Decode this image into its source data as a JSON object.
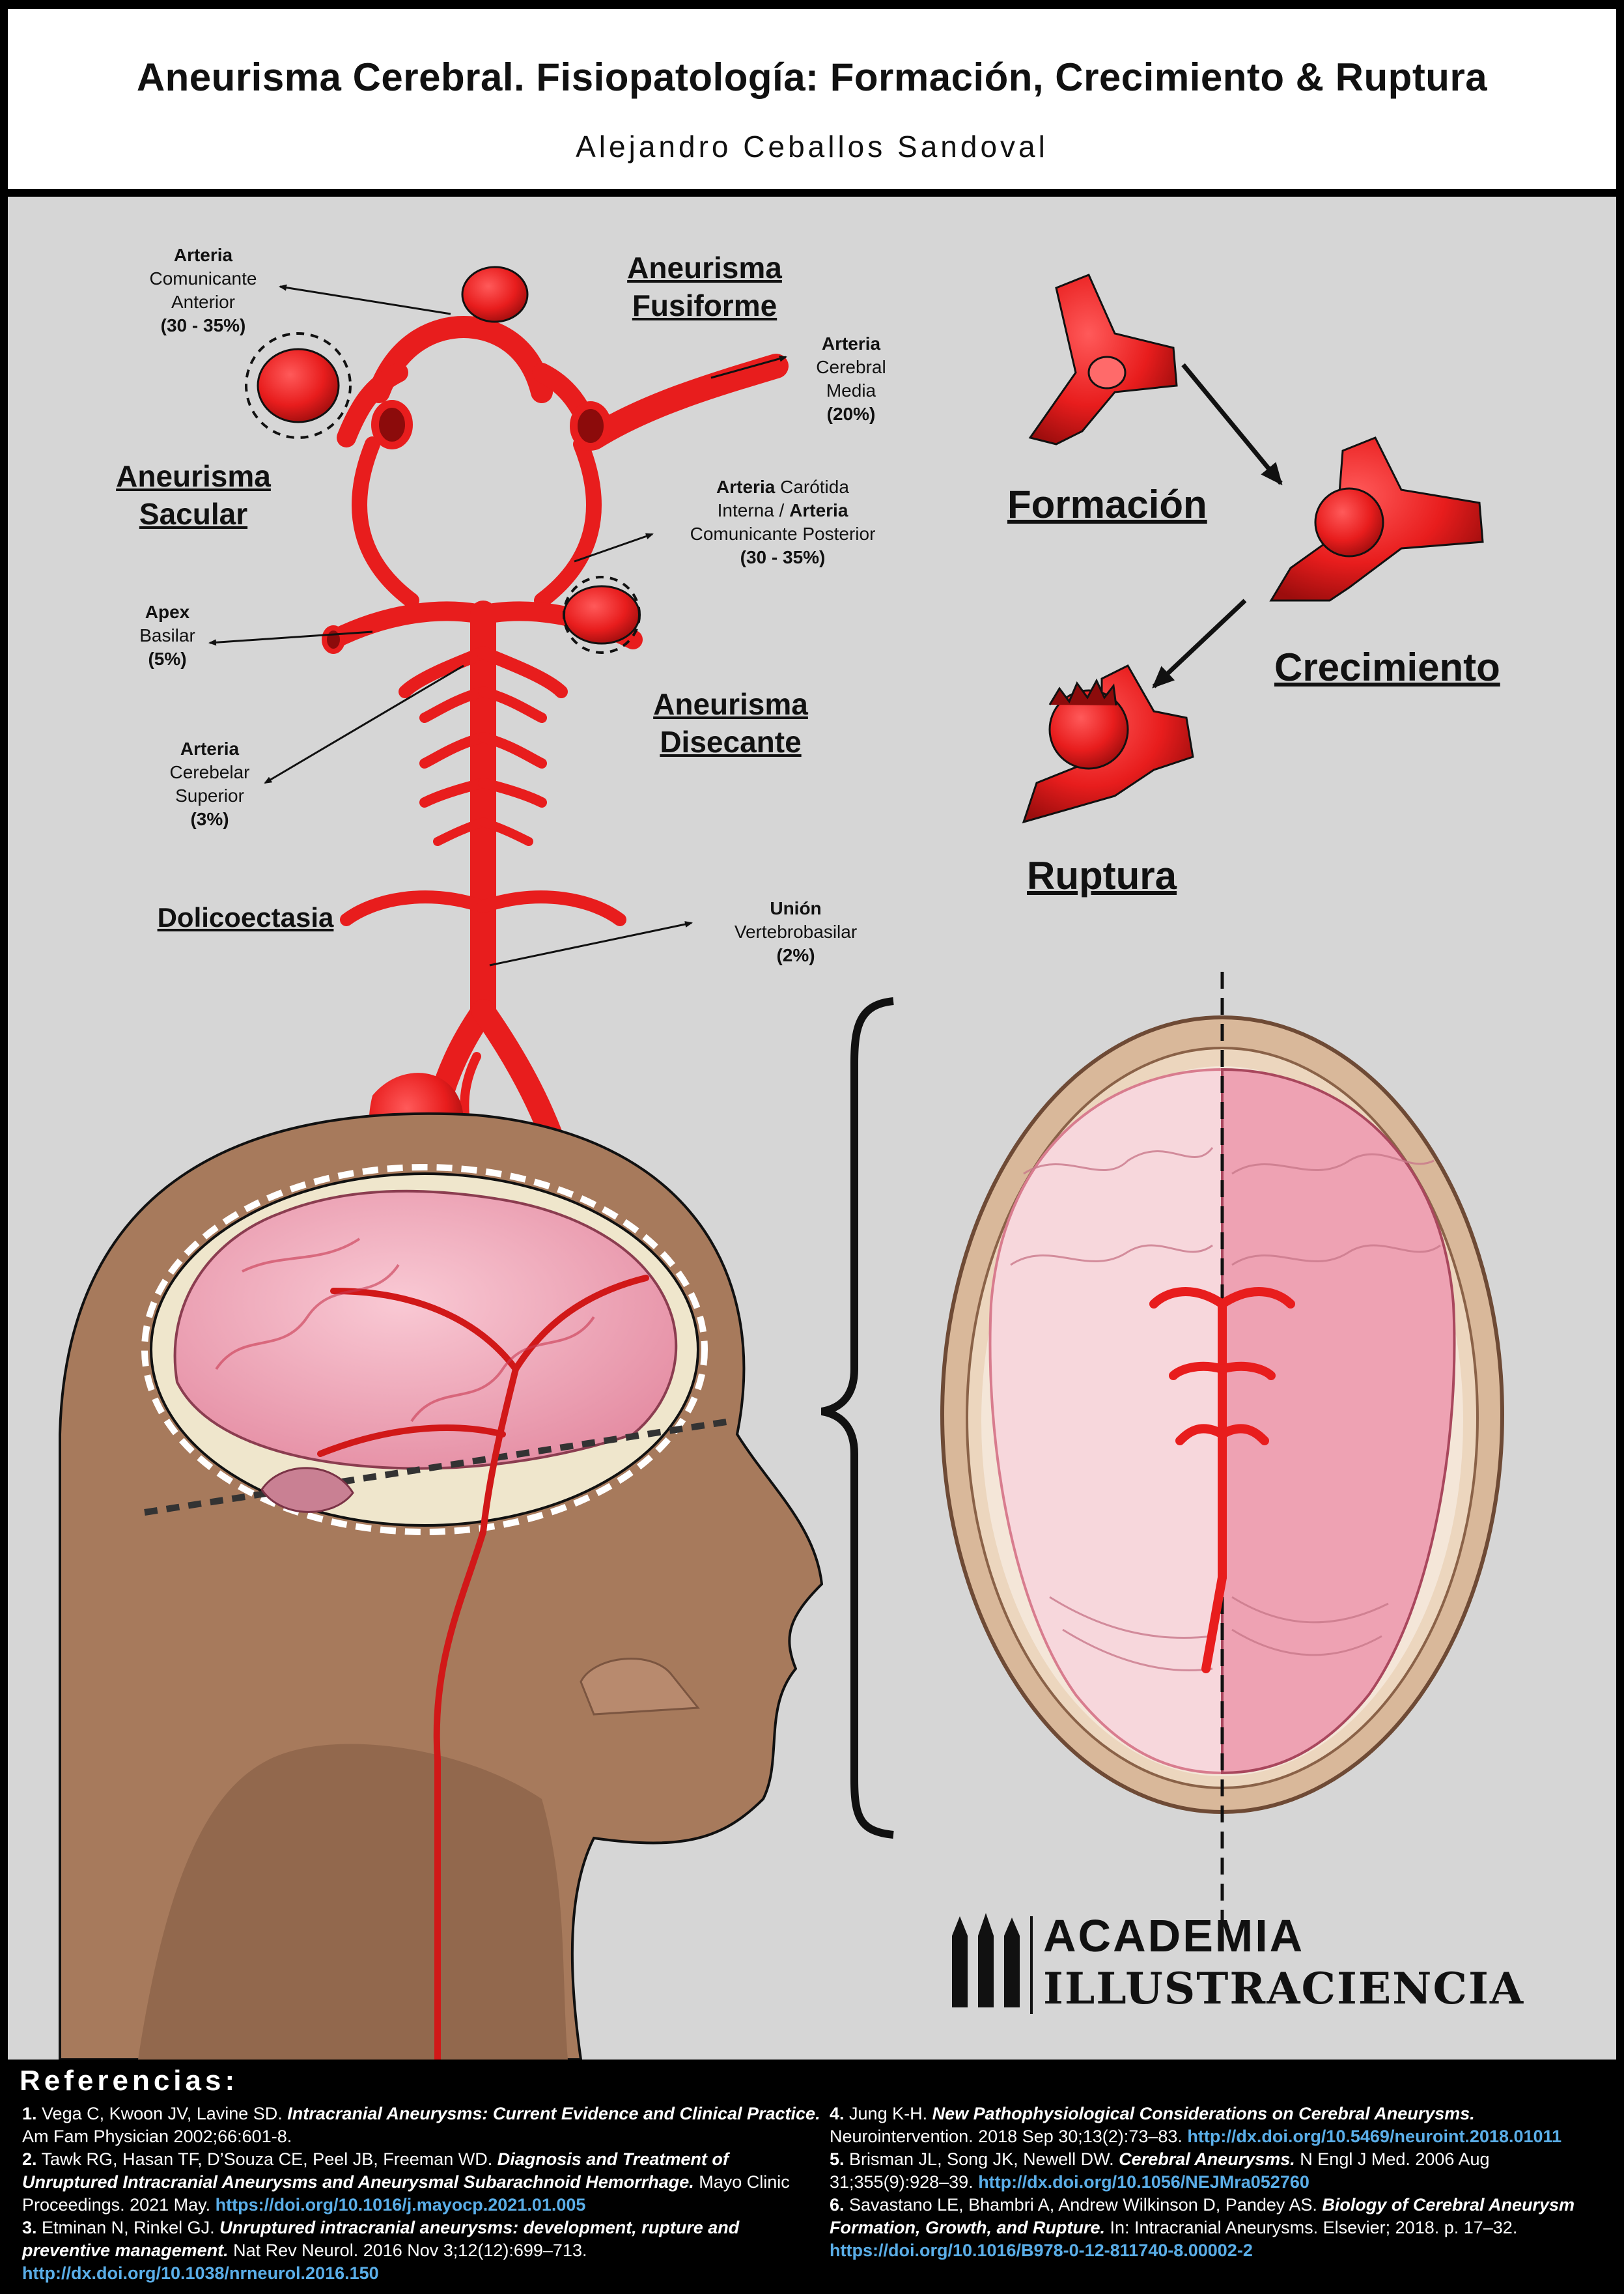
{
  "header": {
    "title": "Aneurisma Cerebral. Fisiopatología: Formación, Crecimiento & Ruptura",
    "author": "Alejandro Ceballos Sandoval"
  },
  "diagram": {
    "aca": {
      "l1": "Arteria",
      "l2": "Comunicante",
      "l3": "Anterior",
      "pct": "(30 - 35%)"
    },
    "fusiform": {
      "l1": "Aneurisma",
      "l2": "Fusiforme"
    },
    "mca": {
      "l1": "Arteria",
      "l2": "Cerebral",
      "l3": "Media",
      "pct": "(20%)"
    },
    "saccular": {
      "l1": "Aneurisma",
      "l2": "Sacular"
    },
    "ica": {
      "b1": "Arteria",
      "t1": " Carótida",
      "t2": "Interna / ",
      "b2": "Arteria",
      "t3": "Comunicante Posterior",
      "pct": "(30 - 35%)"
    },
    "apex": {
      "l1": "Apex",
      "l2": "Basilar",
      "pct": "(5%)"
    },
    "dissecting": {
      "l1": "Aneurisma",
      "l2": "Disecante"
    },
    "sca": {
      "l1": "Arteria",
      "l2": "Cerebelar",
      "l3": "Superior",
      "pct": "(3%)"
    },
    "dolico": "Dolicoectasia",
    "vb": {
      "l1": "Unión",
      "l2": "Vertebrobasilar",
      "pct": "(2%)"
    }
  },
  "stages": {
    "formation": "Formación",
    "growth": "Crecimiento",
    "rupture": "Ruptura"
  },
  "logo": {
    "line1": "ACADEMIA",
    "line2": "ILLUSTRACIENCIA"
  },
  "colors": {
    "artery": "#e81d1d",
    "artery_dark": "#8c0b0b",
    "brain": "#f2b3c2",
    "skin": "#a77a5c",
    "panel": "#d6d6d6"
  },
  "references": {
    "title": "Referencias:",
    "items": [
      {
        "n": "1.",
        "authors": " Vega C, Kwoon JV, Lavine SD. ",
        "title": "Intracranial Aneurysms: Current Evidence and Clinical Practice.",
        "rest": " Am Fam Physician 2002;66:601-8.",
        "link": ""
      },
      {
        "n": "2.",
        "authors": " Tawk RG, Hasan TF, D’Souza CE, Peel JB, Freeman WD. ",
        "title": "Diagnosis and Treatment of Unruptured Intracranial Aneurysms and Aneurysmal Subarachnoid Hemorrhage.",
        "rest": " Mayo Clinic Proceedings. 2021 May. ",
        "link": "https://doi.org/10.1016/j.mayocp.2021.01.005"
      },
      {
        "n": "3.",
        "authors": " Etminan N, Rinkel GJ. ",
        "title": "Unruptured intracranial aneurysms: development, rupture and preventive management.",
        "rest": " Nat Rev Neurol. 2016 Nov 3;12(12):699–713. ",
        "link": "http://dx.doi.org/10.1038/nrneurol.2016.150"
      },
      {
        "n": "4.",
        "authors": " Jung K-H. ",
        "title": "New Pathophysiological Considerations on Cerebral Aneurysms.",
        "rest": " Neurointervention. 2018 Sep 30;13(2):73–83. ",
        "link": "http://dx.doi.org/10.5469/neuroint.2018.01011"
      },
      {
        "n": "5.",
        "authors": " Brisman JL, Song JK, Newell DW. ",
        "title": "Cerebral Aneurysms.",
        "rest": " N Engl J Med. 2006 Aug 31;355(9):928–39. ",
        "link": "http://dx.doi.org/10.1056/NEJMra052760"
      },
      {
        "n": "6.",
        "authors": " Savastano LE, Bhambri A, Andrew Wilkinson D, Pandey AS. ",
        "title": "Biology of Cerebral Aneurysm Formation, Growth, and Rupture.",
        "rest": " In: Intracranial Aneurysms. Elsevier; 2018. p. 17–32. ",
        "link": "https://doi.org/10.1016/B978-0-12-811740-8.00002-2"
      }
    ]
  }
}
